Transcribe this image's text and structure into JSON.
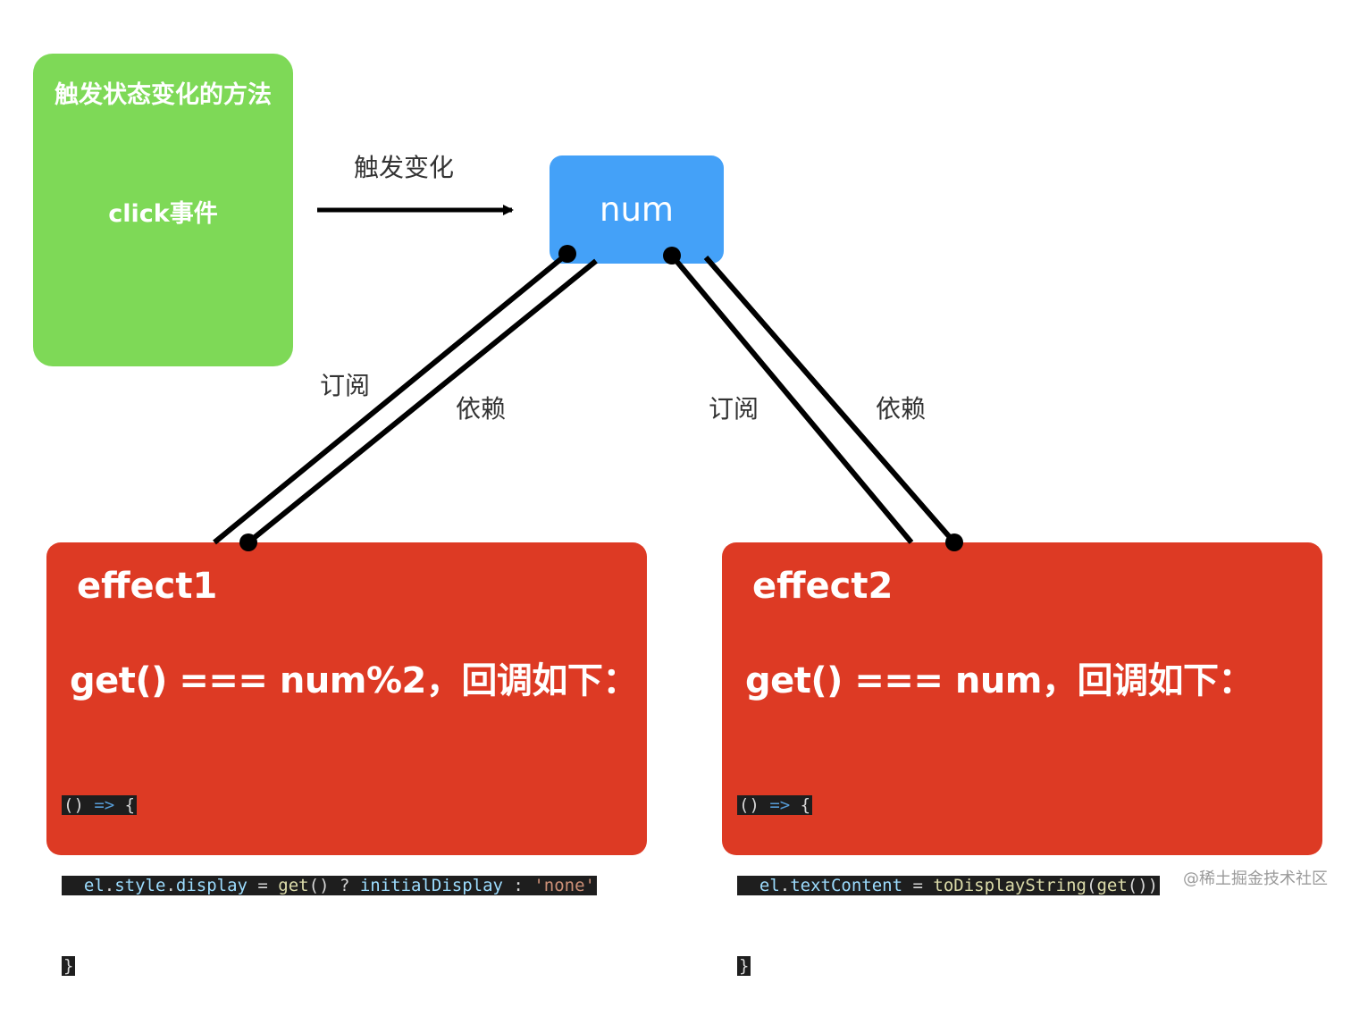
{
  "trigger": {
    "title": "触发状态变化的方法",
    "event": "click事件"
  },
  "arrow_label": "触发变化",
  "state": {
    "name": "num"
  },
  "links": {
    "left_subscribe": "订阅",
    "left_depend": "依赖",
    "right_subscribe": "订阅",
    "right_depend": "依赖"
  },
  "effect1": {
    "title": "effect1",
    "formula": "get() === num%2，回调如下：",
    "code": {
      "line1_open": "() ",
      "line1_arrow": "=>",
      "line1_brace": " {",
      "line2_indent": "  ",
      "line2_obj": "el",
      "line2_dot1": ".",
      "line2_prop1": "style",
      "line2_dot2": ".",
      "line2_prop2": "display",
      "line2_eq": " = ",
      "line2_fn": "get",
      "line2_call": "() ? ",
      "line2_var": "initialDisplay",
      "line2_colon": " : ",
      "line2_str": "'none'",
      "line3": "}"
    }
  },
  "effect2": {
    "title": "effect2",
    "formula": "get() === num，回调如下：",
    "code": {
      "line1_open": "() ",
      "line1_arrow": "=>",
      "line1_brace": " {",
      "line2_indent": "  ",
      "line2_obj": "el",
      "line2_dot": ".",
      "line2_prop": "textContent",
      "line2_eq": " = ",
      "line2_fn": "toDisplayString",
      "line2_paren": "(",
      "line2_fn2": "get",
      "line2_end": "())",
      "line3": "}"
    }
  },
  "watermark": "@稀土掘金技术社区",
  "colors": {
    "trigger": "#7ed957",
    "state": "#44a1f8",
    "effect": "#dd3a24"
  }
}
